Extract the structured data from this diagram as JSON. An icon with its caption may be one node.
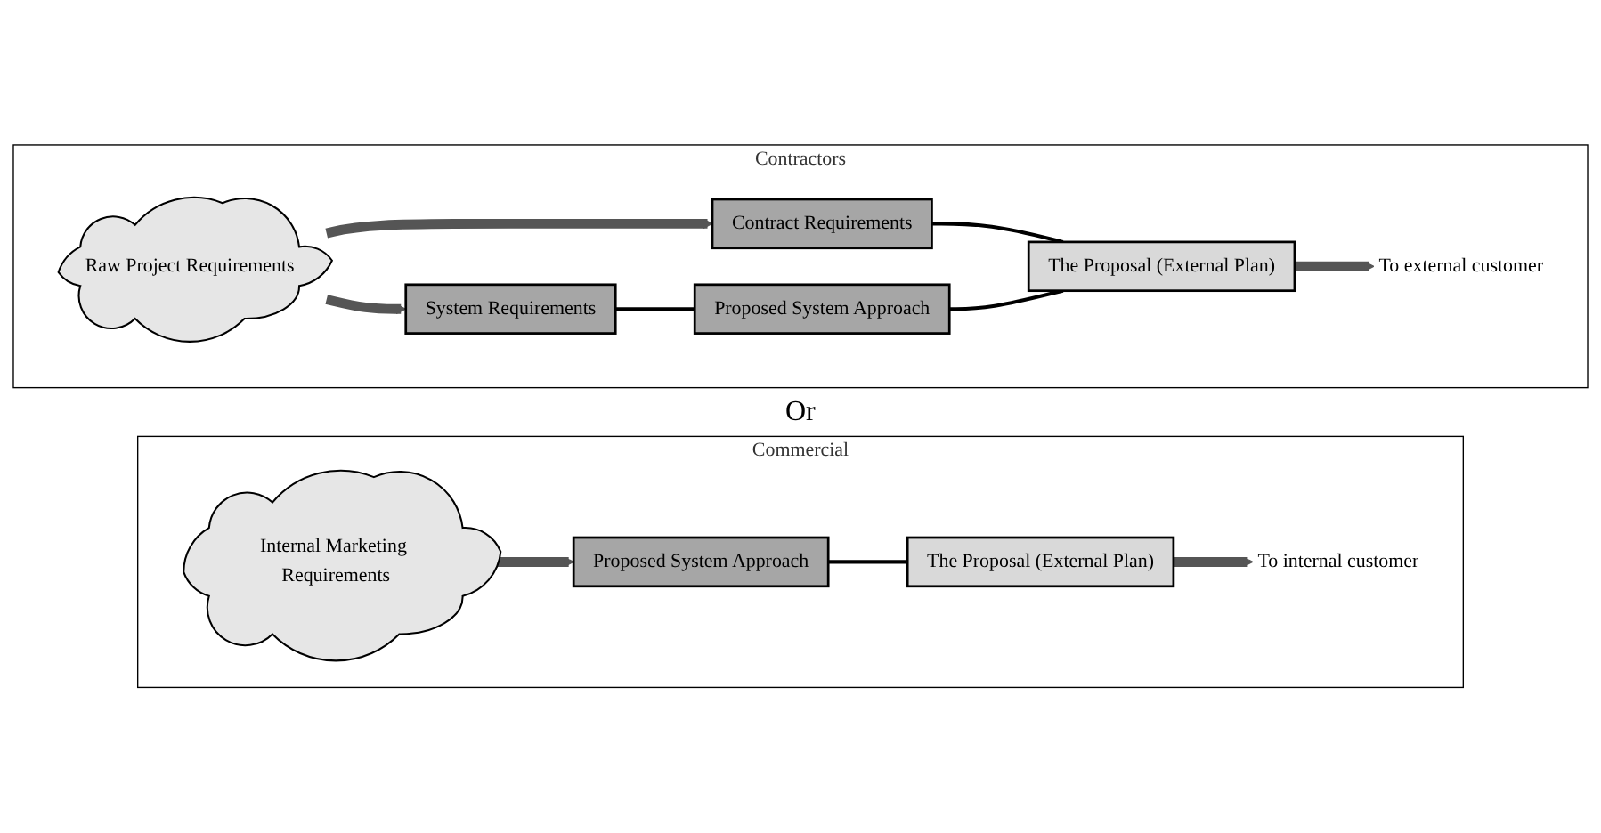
{
  "diagram": {
    "nodes": [
      {
        "text": [
          "Contractors"
        ]
      },
      {
        "text": [
          "Raw Project Requirements"
        ],
        "in": 0
      },
      {
        "text": [
          "Contract Requirements"
        ],
        "in": 0
      },
      {
        "text": [
          "System Requirements"
        ],
        "in": 0
      },
      {
        "text": [
          "Proposed System Approach"
        ],
        "in": 0
      },
      {
        "text": [
          "The Proposal (External Plan)"
        ],
        "in": 0
      },
      {
        "text": [
          "To external customer"
        ],
        "in": 0
      },
      {
        "text": [
          "Commercial"
        ]
      },
      {
        "text": [
          "Internal Marketing Requirements"
        ],
        "in": 7
      },
      {
        "text": [
          "Proposed System Approach"
        ],
        "in": 7
      },
      {
        "text": [
          "The Proposal (External Plan)"
        ],
        "in": 7
      },
      {
        "text": [
          "To internal customer"
        ],
        "in": 7
      }
    ],
    "edges": [
      {
        "from": 1,
        "to": 2,
        "arrow": "to"
      },
      {
        "from": 1,
        "to": 3,
        "arrow": "to"
      },
      {
        "from": 2,
        "to": 5,
        "arrow": "none",
        "color": "#000000"
      },
      {
        "from": 3,
        "to": 4,
        "arrow": "none",
        "color": "#000000"
      },
      {
        "from": 4,
        "to": 5,
        "arrow": "none",
        "color": "#000000"
      },
      {
        "from": 5,
        "to": 6,
        "arrow": "to"
      },
      {
        "from": 8,
        "to": 9,
        "arrow": "to"
      },
      {
        "from": 9,
        "to": 10,
        "arrow": "none",
        "color": "#000000"
      },
      {
        "from": 10,
        "to": 11,
        "arrow": "to"
      }
    ],
    "labels": [
      "Or"
    ]
  }
}
